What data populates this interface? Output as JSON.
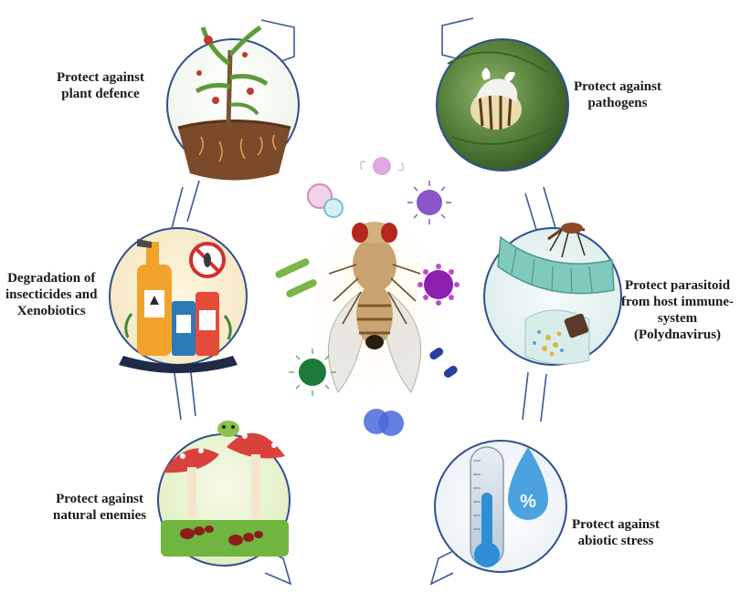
{
  "figure": {
    "panels": [
      {
        "id": "plant",
        "label_lines": [
          "Protect against",
          "plant defence"
        ],
        "illustration": "plant-in-soil-icon"
      },
      {
        "id": "pathogens",
        "label_lines": [
          "Protect against",
          "pathogens"
        ],
        "illustration": "infected-beetle-icon"
      },
      {
        "id": "insecticides",
        "label_lines": [
          "Degradation of",
          "insecticides and",
          "Xenobiotics"
        ],
        "illustration": "insecticide-sprayers-icon"
      },
      {
        "id": "parasitoid",
        "label_lines": [
          "Protect parasitoid",
          "from host immune-",
          "system",
          "(Polydnavirus)"
        ],
        "illustration": "parasitoid-wasp-caterpillar-icon"
      },
      {
        "id": "enemies",
        "label_lines": [
          "Protect against",
          "natural enemies"
        ],
        "illustration": "ants-mushrooms-icon"
      },
      {
        "id": "abiotic",
        "label_lines": [
          "Protect against",
          "abiotic stress"
        ],
        "illustration": "thermometer-droplet-icon"
      }
    ],
    "center": {
      "illustration": "fruit-fly-with-microbes-icon"
    },
    "colors": {
      "circle_stroke": "#2f4f8f",
      "connector": "#3a5a99"
    }
  }
}
